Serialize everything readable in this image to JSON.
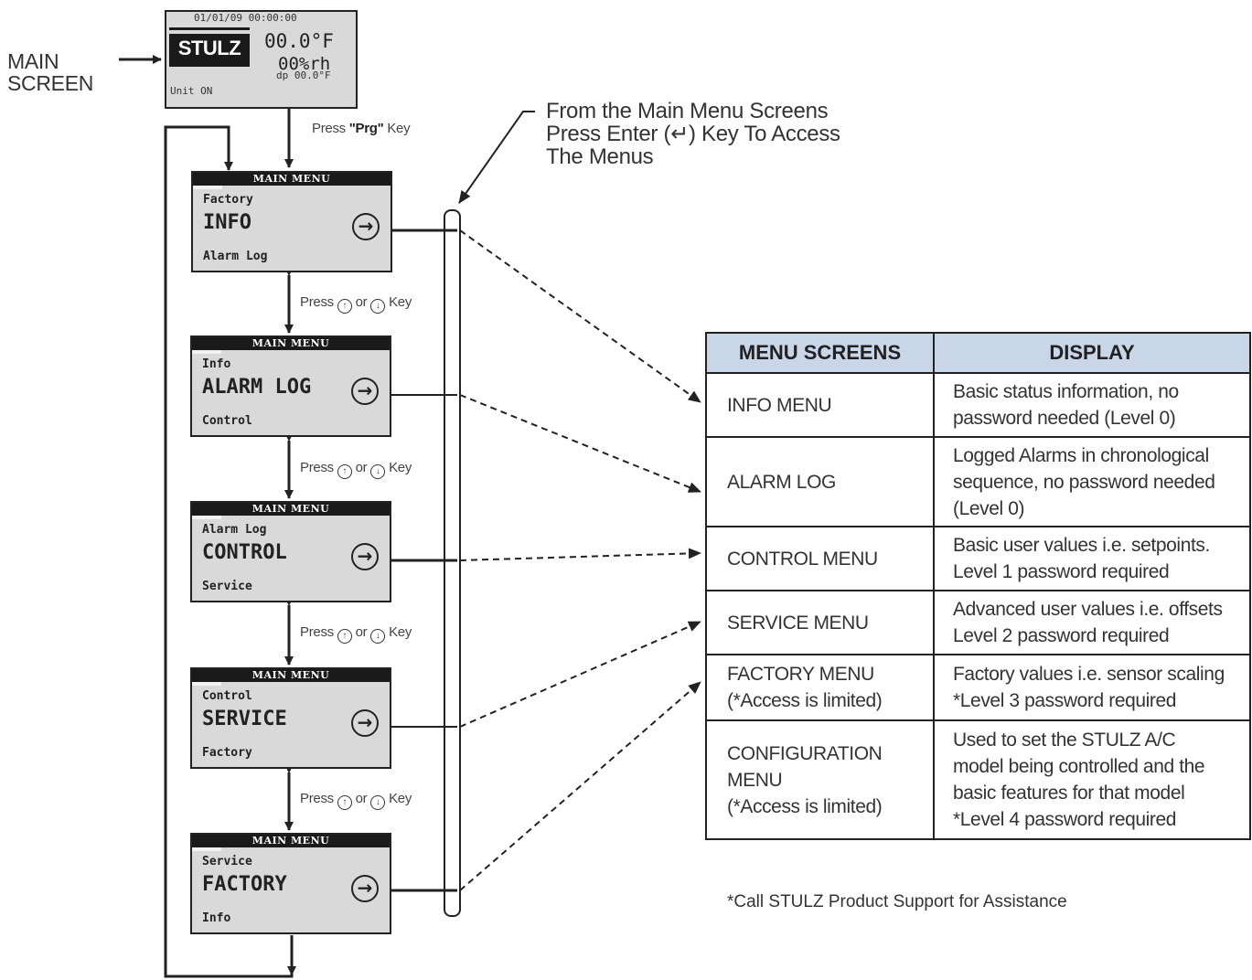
{
  "main_screen_label": [
    "MAIN",
    "SCREEN"
  ],
  "main_screen": {
    "datetime": "01/01/09 00:00:00",
    "logo": "STULZ",
    "temperature": "00.0°F",
    "humidity": "00%rh",
    "dewpoint": "dp 00.0°F",
    "status": "Unit ON"
  },
  "prg_hint": {
    "prefix": "Press ",
    "key": "\"Prg\"",
    "suffix": " Key"
  },
  "enter_note": [
    "From the Main Menu Screens",
    "Press Enter (↵) Key To Access",
    "The Menus"
  ],
  "nav_hint": {
    "prefix": "Press ",
    "or": " or ",
    "suffix": " Key",
    "up": "↑",
    "down": "↓"
  },
  "menu_header": "MAIN MENU",
  "menus": [
    {
      "above": "Factory",
      "title": "INFO",
      "below": "Alarm Log"
    },
    {
      "above": "Info",
      "title": "ALARM LOG",
      "below": "Control"
    },
    {
      "above": "Alarm Log",
      "title": "CONTROL",
      "below": "Service"
    },
    {
      "above": "Control",
      "title": "SERVICE",
      "below": "Factory"
    },
    {
      "above": "Service",
      "title": "FACTORY",
      "below": "Info"
    }
  ],
  "table": {
    "headers": [
      "MENU SCREENS",
      "DISPLAY"
    ],
    "rows": [
      {
        "menu": [
          "INFO MENU"
        ],
        "display": [
          "Basic status information, no",
          "password needed (Level 0)"
        ]
      },
      {
        "menu": [
          "ALARM LOG"
        ],
        "display": [
          "Logged Alarms in chronological",
          "sequence, no password needed",
          "(Level 0)"
        ]
      },
      {
        "menu": [
          "CONTROL MENU"
        ],
        "display": [
          "Basic user values i.e. setpoints.",
          "Level 1 password required"
        ]
      },
      {
        "menu": [
          "SERVICE MENU"
        ],
        "display": [
          "Advanced user values i.e. offsets",
          "Level 2 password required"
        ]
      },
      {
        "menu": [
          "FACTORY MENU",
          "(*Access is limited)"
        ],
        "display": [
          "Factory values i.e. sensor scaling",
          "*Level 3 password required"
        ]
      },
      {
        "menu": [
          "CONFIGURATION",
          "MENU",
          "(*Access is limited)"
        ],
        "display": [
          "Used to set the STULZ A/C",
          "model being controlled and the",
          "basic features for that model",
          "*Level 4 password required"
        ]
      }
    ]
  },
  "footnote": "*Call STULZ Product Support for Assistance"
}
